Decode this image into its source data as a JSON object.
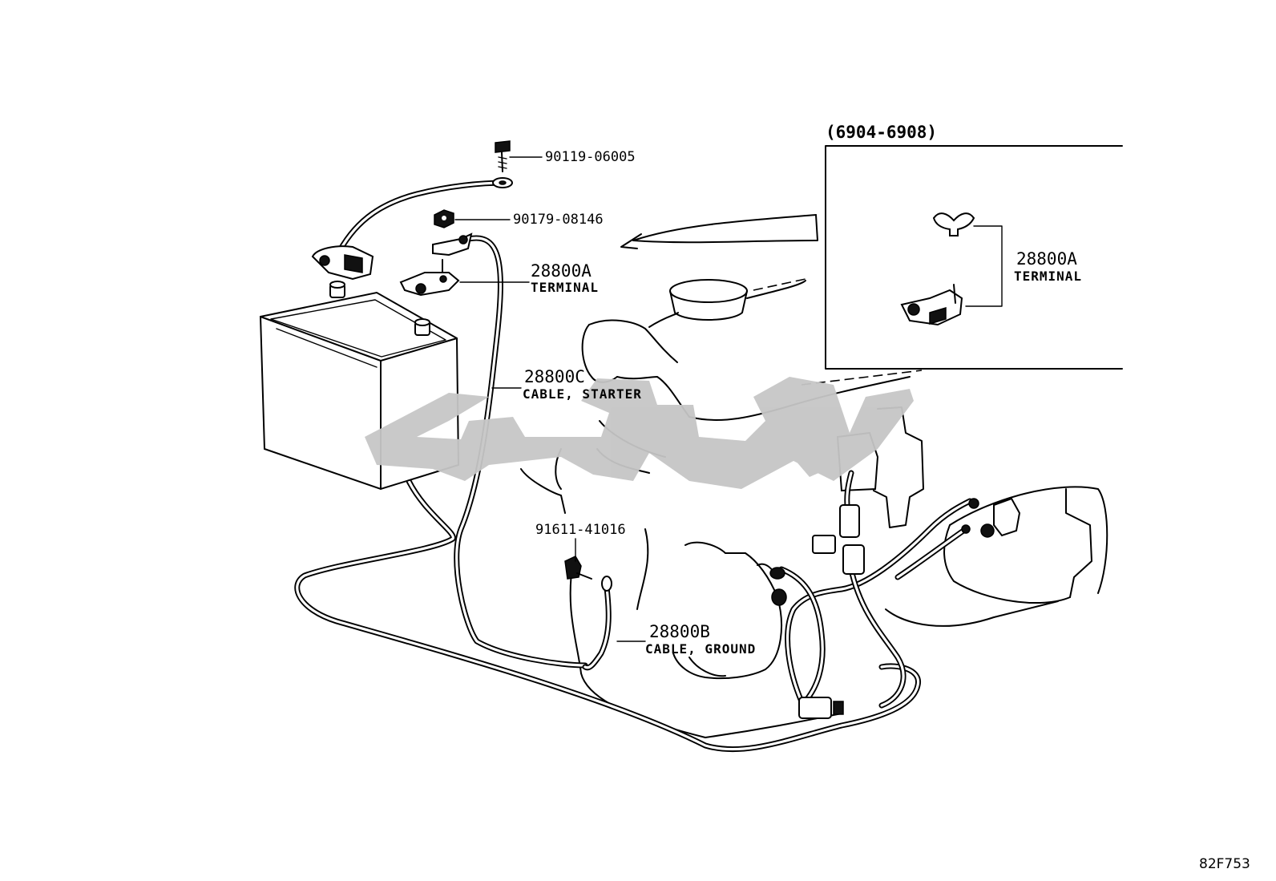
{
  "inset": {
    "header": "(6904-6908)",
    "part_number": "28800A",
    "part_name": "TERMINAL"
  },
  "parts": {
    "bolt": {
      "number": "90119-06005"
    },
    "nut": {
      "number": "90179-08146"
    },
    "terminal": {
      "number": "28800A",
      "name": "TERMINAL"
    },
    "starter_cable": {
      "number": "28800C",
      "name": "CABLE, STARTER"
    },
    "ground_bolt": {
      "number": "91611-41016"
    },
    "ground_cable": {
      "number": "28800B",
      "name": "CABLE, GROUND"
    }
  },
  "watermark": {
    "text": "كوپكا"
  },
  "figure_code": "82F753",
  "icons": [
    "bolt-icon",
    "nut-icon",
    "battery-icon",
    "wing-nut-icon",
    "terminal-clamp-icon",
    "starter-motor-icon",
    "connector-icon",
    "arrow-icon"
  ]
}
